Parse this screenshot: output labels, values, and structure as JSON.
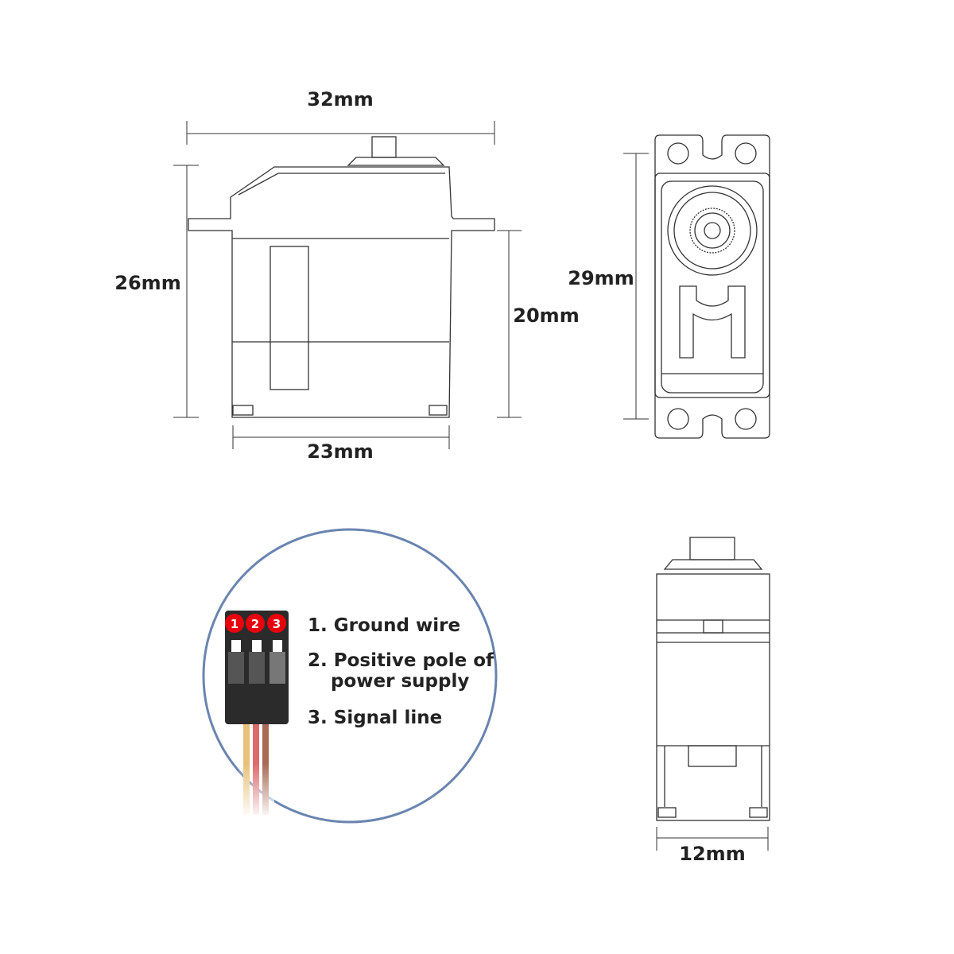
{
  "dimensions": {
    "width_total": "32mm",
    "height_total": "26mm",
    "height_body": "20mm",
    "width_body": "23mm",
    "top_length": "29mm",
    "side_width": "12mm"
  },
  "legend": {
    "pins": [
      "1",
      "2",
      "3"
    ],
    "items": [
      "1. Ground wire",
      "2. Positive pole of",
      "power supply",
      "3. Signal line"
    ]
  },
  "colors": {
    "pin_badge": "#e8000b",
    "connector": "#2b2b2b",
    "circle": "#6a84b0"
  }
}
